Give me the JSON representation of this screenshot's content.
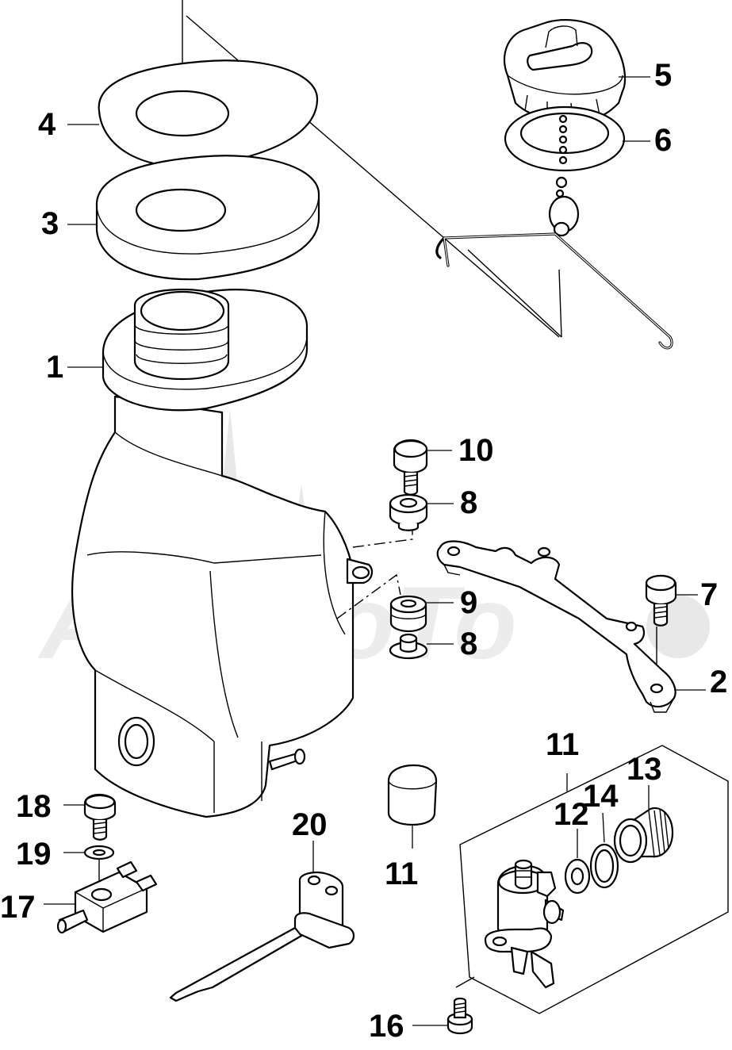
{
  "callouts": [
    {
      "id": "1",
      "label": "1"
    },
    {
      "id": "2",
      "label": "2"
    },
    {
      "id": "3",
      "label": "3"
    },
    {
      "id": "4",
      "label": "4"
    },
    {
      "id": "5",
      "label": "5"
    },
    {
      "id": "6",
      "label": "6"
    },
    {
      "id": "7",
      "label": "7"
    },
    {
      "id": "8a",
      "label": "8"
    },
    {
      "id": "8b",
      "label": "8"
    },
    {
      "id": "9",
      "label": "9"
    },
    {
      "id": "10",
      "label": "10"
    },
    {
      "id": "11",
      "label": "11"
    },
    {
      "id": "12",
      "label": "12"
    },
    {
      "id": "13",
      "label": "13"
    },
    {
      "id": "14",
      "label": "14"
    },
    {
      "id": "15",
      "label": "15"
    },
    {
      "id": "16",
      "label": "16"
    },
    {
      "id": "17",
      "label": "17"
    },
    {
      "id": "18",
      "label": "18"
    },
    {
      "id": "19",
      "label": "19"
    },
    {
      "id": "20",
      "label": "20"
    }
  ],
  "watermark": {
    "text": "AeHMoTo",
    "color": "#d6d6d6"
  }
}
